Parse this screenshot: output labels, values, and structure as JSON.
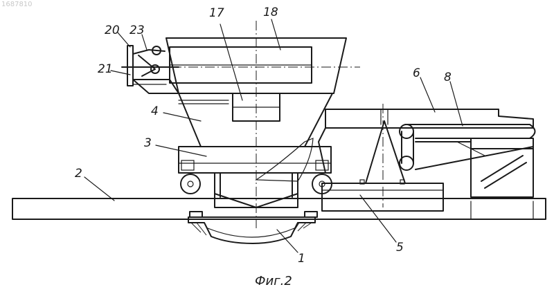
{
  "figure": {
    "doc_number": "1687810",
    "caption": "Фиг.2",
    "labels": {
      "l1": "1",
      "l2": "2",
      "l3": "3",
      "l4": "4",
      "l5": "5",
      "l6": "6",
      "l8": "8",
      "l17": "17",
      "l18": "18",
      "l20": "20",
      "l21": "21",
      "l23": "23"
    }
  }
}
